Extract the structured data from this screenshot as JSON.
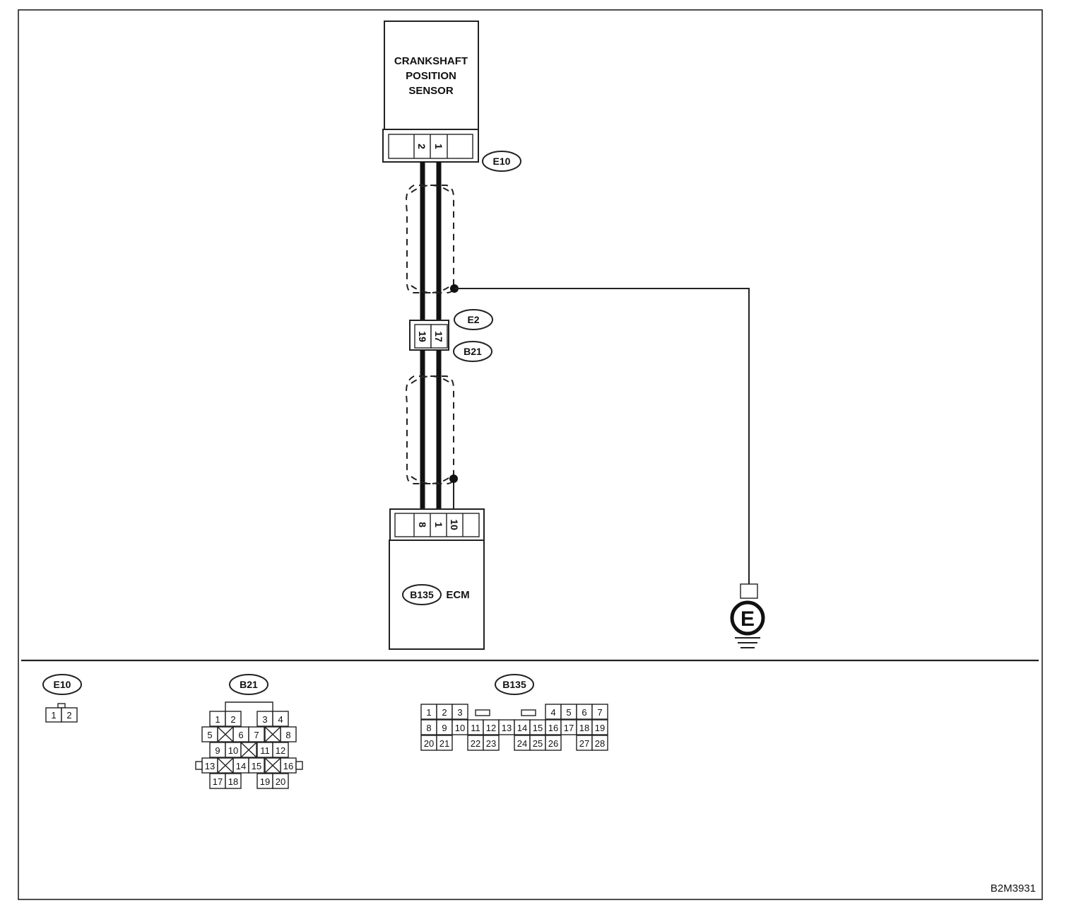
{
  "sensor": {
    "line1": "CRANKSHAFT",
    "line2": "POSITION",
    "line3": "SENSOR",
    "pins": [
      "2",
      "1"
    ]
  },
  "connectors": {
    "e10": "E10",
    "e2": "E2",
    "b21": "B21",
    "b135": "B135",
    "e2_pins": [
      "19",
      "17"
    ]
  },
  "ecm": {
    "label": "ECM",
    "pins": [
      "8",
      "1",
      "10"
    ]
  },
  "ground": {
    "symbol": "E"
  },
  "legend": {
    "e10": {
      "name": "E10",
      "pins": [
        "1",
        "2"
      ]
    },
    "b21": {
      "name": "B21",
      "pins": [
        "1",
        "2",
        "3",
        "4",
        "5",
        "6",
        "7",
        "8",
        "9",
        "10",
        "11",
        "12",
        "13",
        "14",
        "15",
        "16",
        "17",
        "18",
        "19",
        "20"
      ]
    },
    "b135": {
      "name": "B135",
      "pins": [
        "1",
        "2",
        "3",
        "4",
        "5",
        "6",
        "7",
        "8",
        "9",
        "10",
        "11",
        "12",
        "13",
        "14",
        "15",
        "16",
        "17",
        "18",
        "19",
        "20",
        "21",
        "22",
        "23",
        "24",
        "25",
        "26",
        "27",
        "28"
      ]
    }
  },
  "figure_id": "B2M3931"
}
